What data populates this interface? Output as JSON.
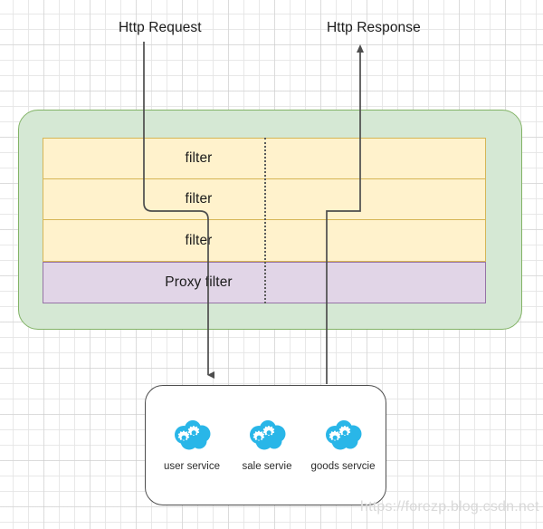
{
  "diagram": {
    "title_labels": {
      "request": "Http Request",
      "response": "Http Response"
    },
    "gateway_container": {
      "name": "gateway-container",
      "fill": "#d5e8d4",
      "stroke": "#82b366"
    },
    "filter_rows": [
      {
        "label": "filter",
        "kind": "filter",
        "fill": "#fff2cc",
        "stroke": "#d6b656"
      },
      {
        "label": "filter",
        "kind": "filter",
        "fill": "#fff2cc",
        "stroke": "#d6b656"
      },
      {
        "label": "filter",
        "kind": "filter",
        "fill": "#fff2cc",
        "stroke": "#d6b656"
      },
      {
        "label": "Proxy filter",
        "kind": "proxy-filter",
        "fill": "#e1d5e7",
        "stroke": "#9673a6"
      }
    ],
    "divider": {
      "name": "pre-post-divider",
      "style": "dotted",
      "color": "#5a5a5a"
    },
    "services_box": {
      "fill": "#ffffff",
      "stroke": "#4d4d4d",
      "services": [
        {
          "label": "user service",
          "icon": "cloud-gears-icon",
          "color": "#29b6e8"
        },
        {
          "label": "sale servie",
          "icon": "cloud-gears-icon",
          "color": "#29b6e8"
        },
        {
          "label": "goods servcie",
          "icon": "cloud-gears-icon",
          "color": "#29b6e8"
        }
      ]
    },
    "connectors": [
      {
        "name": "http-request-flow",
        "from": "Http Request",
        "to": "services",
        "color": "#4d4d4d",
        "arrow": "down"
      },
      {
        "name": "http-response-flow",
        "from": "services",
        "to": "Http Response",
        "color": "#4d4d4d",
        "arrow": "up"
      }
    ],
    "watermark": "https://forezp.blog.csdn.net"
  }
}
